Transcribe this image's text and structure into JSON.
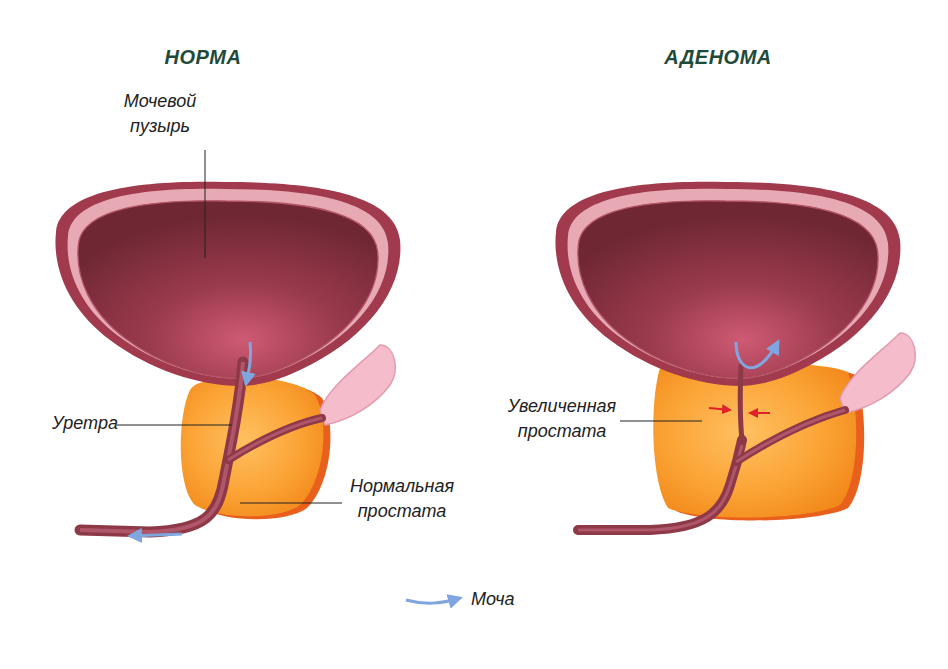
{
  "diagram": {
    "labels": [
      "НОРМА",
      "АДЕНОМА",
      "Мочевой пузырь",
      "Уретра",
      "Нормальная простата",
      "Увеличенная простата"
    ],
    "legend": [
      {
        "text": "Моча"
      }
    ]
  }
}
